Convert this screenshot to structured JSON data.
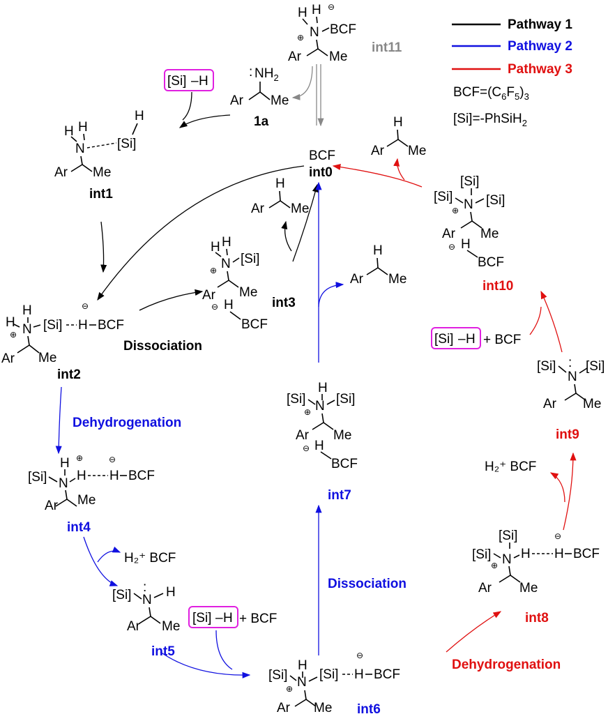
{
  "legend": {
    "items": [
      {
        "label": "Pathway 1",
        "color": "#000000"
      },
      {
        "label": "Pathway 2",
        "color": "#1010e0"
      },
      {
        "label": "Pathway 3",
        "color": "#e01010"
      }
    ],
    "bcf_def": "BCF=(C6F5)3",
    "si_def": "[Si]=-PhSiH2"
  },
  "colors": {
    "black": "#000000",
    "blue": "#1010e0",
    "red": "#e01010",
    "gray": "#888888",
    "magenta": "#e020e0"
  },
  "atoms": {
    "H": "H",
    "N": "N",
    "Si": "[Si]",
    "Ar": "Ar",
    "Me": "Me",
    "BCF": "BCF",
    "si_h_si": "[Si]",
    "si_h_dash": "–",
    "plus_bcf": "+ BCF",
    "h2_bcf": "H₂⁺ BCF",
    "plus": "⊕",
    "minus": "⊖",
    "lone_pair": ":",
    "h2": "H2",
    "nh2": "NH"
  },
  "labels": {
    "int0": "int0",
    "int1": "int1",
    "int2": "int2",
    "int3": "int3",
    "int4": "int4",
    "int5": "int5",
    "int6": "int6",
    "int7": "int7",
    "int8": "int8",
    "int9": "int9",
    "int10": "int10",
    "int11": "int11",
    "s1a": "1a"
  },
  "steps": {
    "dissociation_1": "Dissociation",
    "dehydrogenation_2": "Dehydrogenation",
    "dissociation_2": "Dissociation",
    "dehydrogenation_3": "Dehydrogenation"
  }
}
